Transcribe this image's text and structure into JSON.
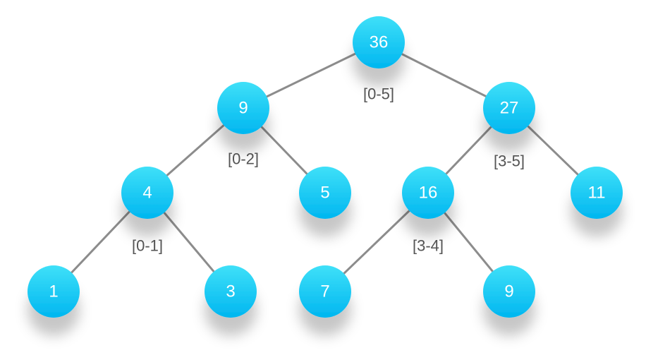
{
  "tree": {
    "nodes": [
      {
        "id": "n0",
        "value": "36"
      },
      {
        "id": "n1",
        "value": "9"
      },
      {
        "id": "n2",
        "value": "27"
      },
      {
        "id": "n3",
        "value": "4"
      },
      {
        "id": "n4",
        "value": "5"
      },
      {
        "id": "n5",
        "value": "16"
      },
      {
        "id": "n6",
        "value": "11"
      },
      {
        "id": "n7",
        "value": "1"
      },
      {
        "id": "n8",
        "value": "3"
      },
      {
        "id": "n9",
        "value": "7"
      },
      {
        "id": "n10",
        "value": "9"
      }
    ],
    "edges": [
      {
        "from": "n0",
        "to": "n1"
      },
      {
        "from": "n0",
        "to": "n2"
      },
      {
        "from": "n1",
        "to": "n3"
      },
      {
        "from": "n1",
        "to": "n4"
      },
      {
        "from": "n2",
        "to": "n5"
      },
      {
        "from": "n2",
        "to": "n6"
      },
      {
        "from": "n3",
        "to": "n7"
      },
      {
        "from": "n3",
        "to": "n8"
      },
      {
        "from": "n5",
        "to": "n9"
      },
      {
        "from": "n5",
        "to": "n10"
      }
    ],
    "ranges": [
      {
        "node": "n0",
        "text": "[0-5]"
      },
      {
        "node": "n1",
        "text": "[0-2]"
      },
      {
        "node": "n2",
        "text": "[3-5]"
      },
      {
        "node": "n3",
        "text": "[0-1]"
      },
      {
        "node": "n5",
        "text": "[3-4]"
      }
    ]
  },
  "colors": {
    "node_top": "#3fe0f8",
    "node_bottom": "#00b6f0",
    "edge": "#8c8c8c",
    "label": "#555555"
  }
}
